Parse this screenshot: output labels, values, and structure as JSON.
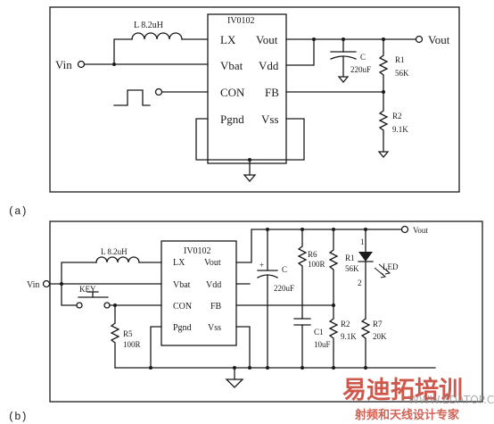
{
  "circuit_a": {
    "caption": "(a)",
    "chip": {
      "name": "IV0102",
      "pins_left": [
        "LX",
        "Vbat",
        "CON",
        "Pgnd"
      ],
      "pins_right": [
        "Vout",
        "Vdd",
        "FB",
        "Vss"
      ]
    },
    "inductor": "L  8.2uH",
    "vin": "Vin",
    "vout": "Vout",
    "cap_ref": "C",
    "cap_val": "220uF",
    "r1_ref": "R1",
    "r1_val": "56K",
    "r2_ref": "R2",
    "r2_val": "9.1K"
  },
  "circuit_b": {
    "caption": "(b)",
    "chip": {
      "name": "IV0102",
      "pins_left": [
        "LX",
        "Vbat",
        "CON",
        "Pgnd"
      ],
      "pins_right": [
        "Vout",
        "Vdd",
        "FB",
        "Vss"
      ]
    },
    "inductor": "L 8.2uH",
    "vin": "Vin",
    "vout": "Vout",
    "key": "KEY",
    "r5_ref": "R5",
    "r5_val": "100R",
    "c_ref": "C",
    "c_val": "220uF",
    "r6_ref": "R6",
    "r6_val": "100R",
    "c1_ref": "C1",
    "c1_val": "10uF",
    "r1_ref": "R1",
    "r1_val": "56K",
    "r2_ref": "R2",
    "r2_val": "9.1K",
    "r7_ref": "R7",
    "r7_val": "20K",
    "led": "LED",
    "led_pin1": "1",
    "led_pin2": "2",
    "cap_plus": "+"
  },
  "watermark": {
    "brand": "易迪拓培训",
    "tagline": "射频和天线设计专家",
    "site": "WWW.EDATOP.COM"
  }
}
